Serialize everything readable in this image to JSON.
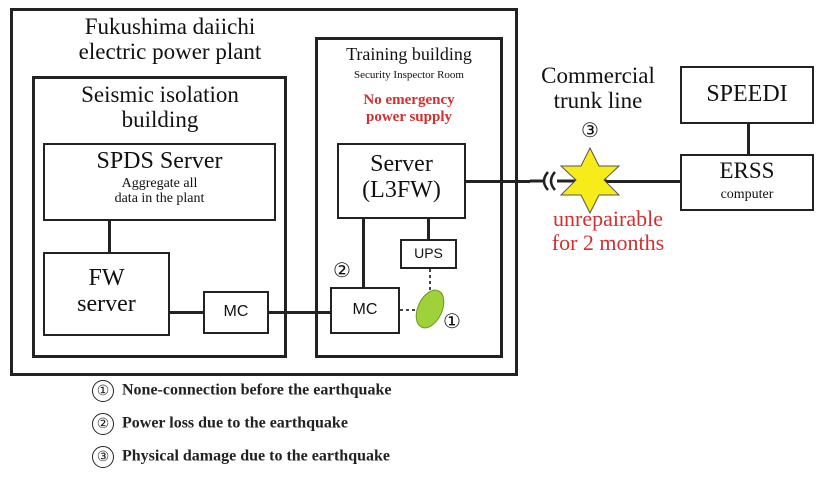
{
  "plant": {
    "title_line1": "Fukushima daiichi",
    "title_line2": "electric power plant"
  },
  "seismic": {
    "title_line1": "Seismic isolation",
    "title_line2": "building"
  },
  "spds": {
    "title": "SPDS Server",
    "desc_line1": "Aggregate all",
    "desc_line2": "data in the plant"
  },
  "fw": {
    "line1": "FW",
    "line2": "server"
  },
  "mc_left": {
    "label": "MC"
  },
  "training": {
    "title": "Training building",
    "room": "Security Inspector Room",
    "warning_line1": "No emergency",
    "warning_line2": "power supply"
  },
  "server": {
    "line1": "Server",
    "line2": "(L3FW)"
  },
  "ups": {
    "label": "UPS"
  },
  "mc_right": {
    "label": "MC"
  },
  "trunk": {
    "line1": "Commercial",
    "line2": "trunk line"
  },
  "damage": {
    "line1": "unrepairable",
    "line2": "for 2 months"
  },
  "speedi": {
    "label": "SPEEDI"
  },
  "erss": {
    "title": "ERSS",
    "subtitle": "computer"
  },
  "markers": {
    "m1": "①",
    "m2": "②",
    "m3": "③"
  },
  "legend": [
    {
      "num": "①",
      "text": "None-connection before the earthquake"
    },
    {
      "num": "②",
      "text": "Power loss due to the earthquake"
    },
    {
      "num": "③",
      "text": "Physical damage due to the earthquake"
    }
  ],
  "colors": {
    "red": "#d23030",
    "star": "#f7ec1a",
    "ellipse": "#9fd13a"
  }
}
